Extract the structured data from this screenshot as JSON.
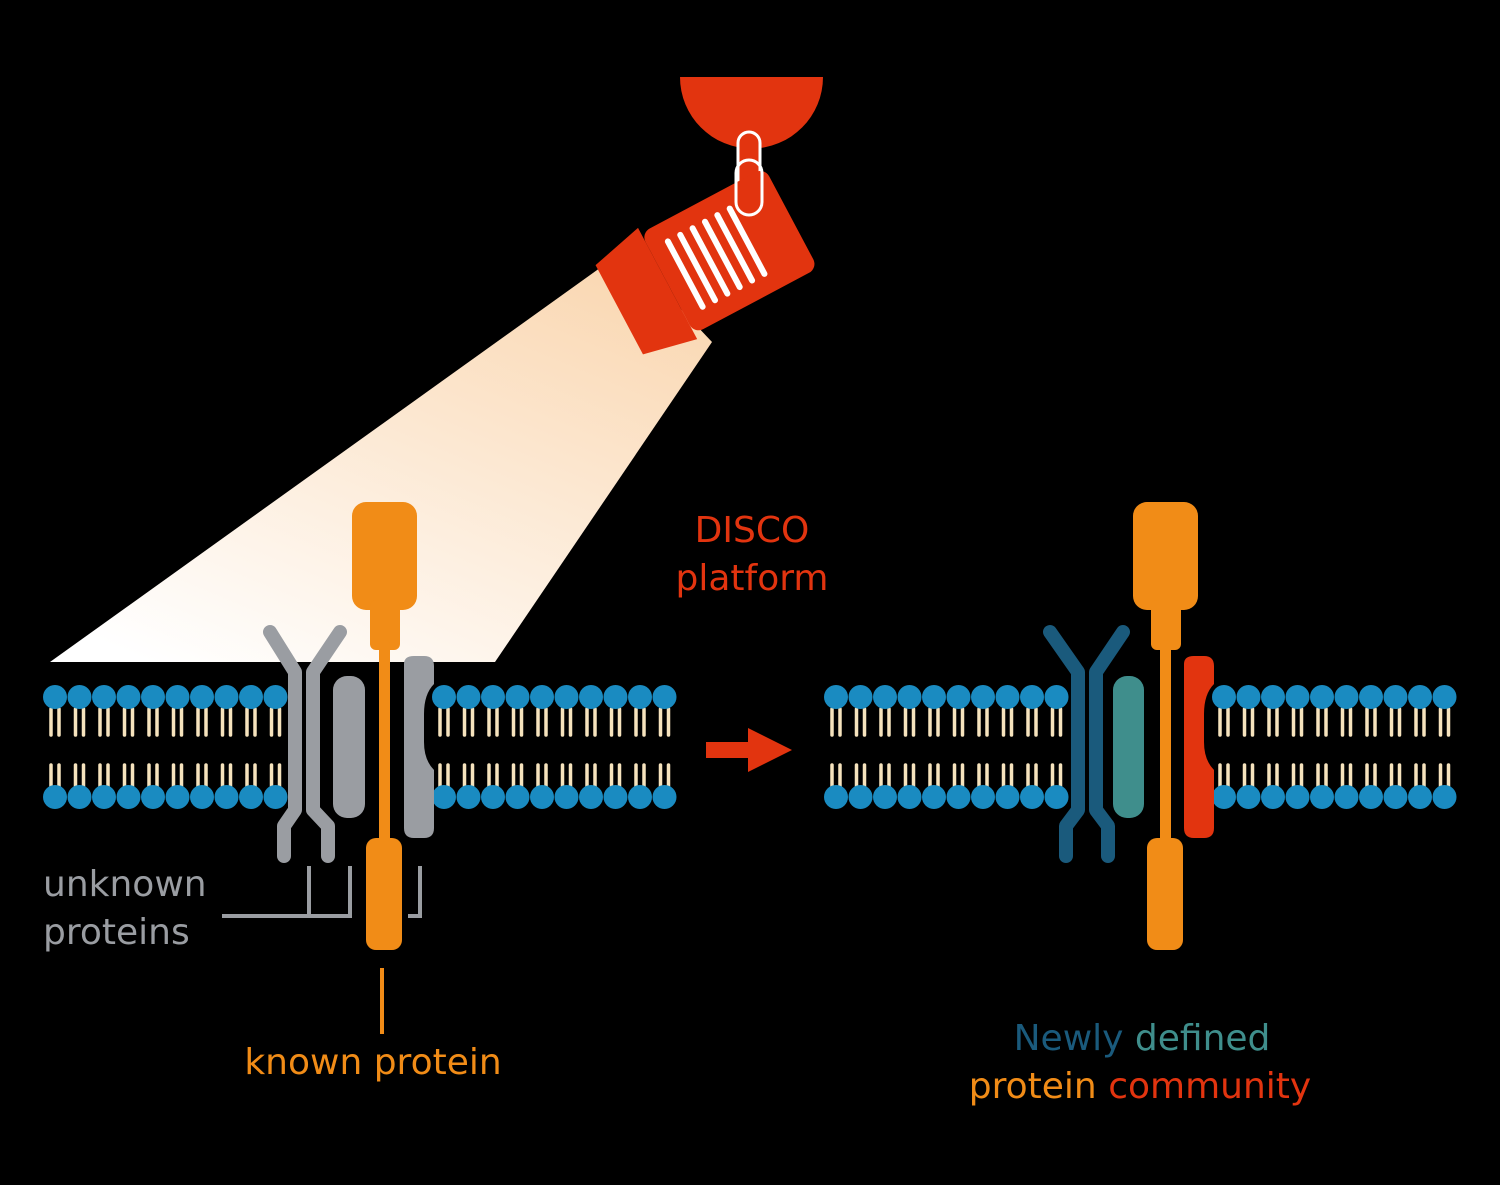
{
  "labels": {
    "disco_line1": "DISCO",
    "disco_line2": "platform",
    "unknown_line1": "unknown",
    "unknown_line2": "proteins",
    "known": "known protein",
    "newly": "Newly",
    "defined": "defined",
    "protein": "protein",
    "community": "community"
  },
  "colors": {
    "background": "#000000",
    "lamp": "#E2340F",
    "beam": "#FCE7CE",
    "lipid_head": "#1A8BC1",
    "lipid_tail": "#F6E3BD",
    "known_protein": "#F18C17",
    "unknown_protein": "#9A9DA2",
    "newly": "#1A5A7C",
    "defined": "#3F8E8C",
    "community": "#E2340F",
    "arrow": "#E2340F"
  },
  "icons": [
    "spotlight-icon",
    "right-arrow-icon"
  ]
}
